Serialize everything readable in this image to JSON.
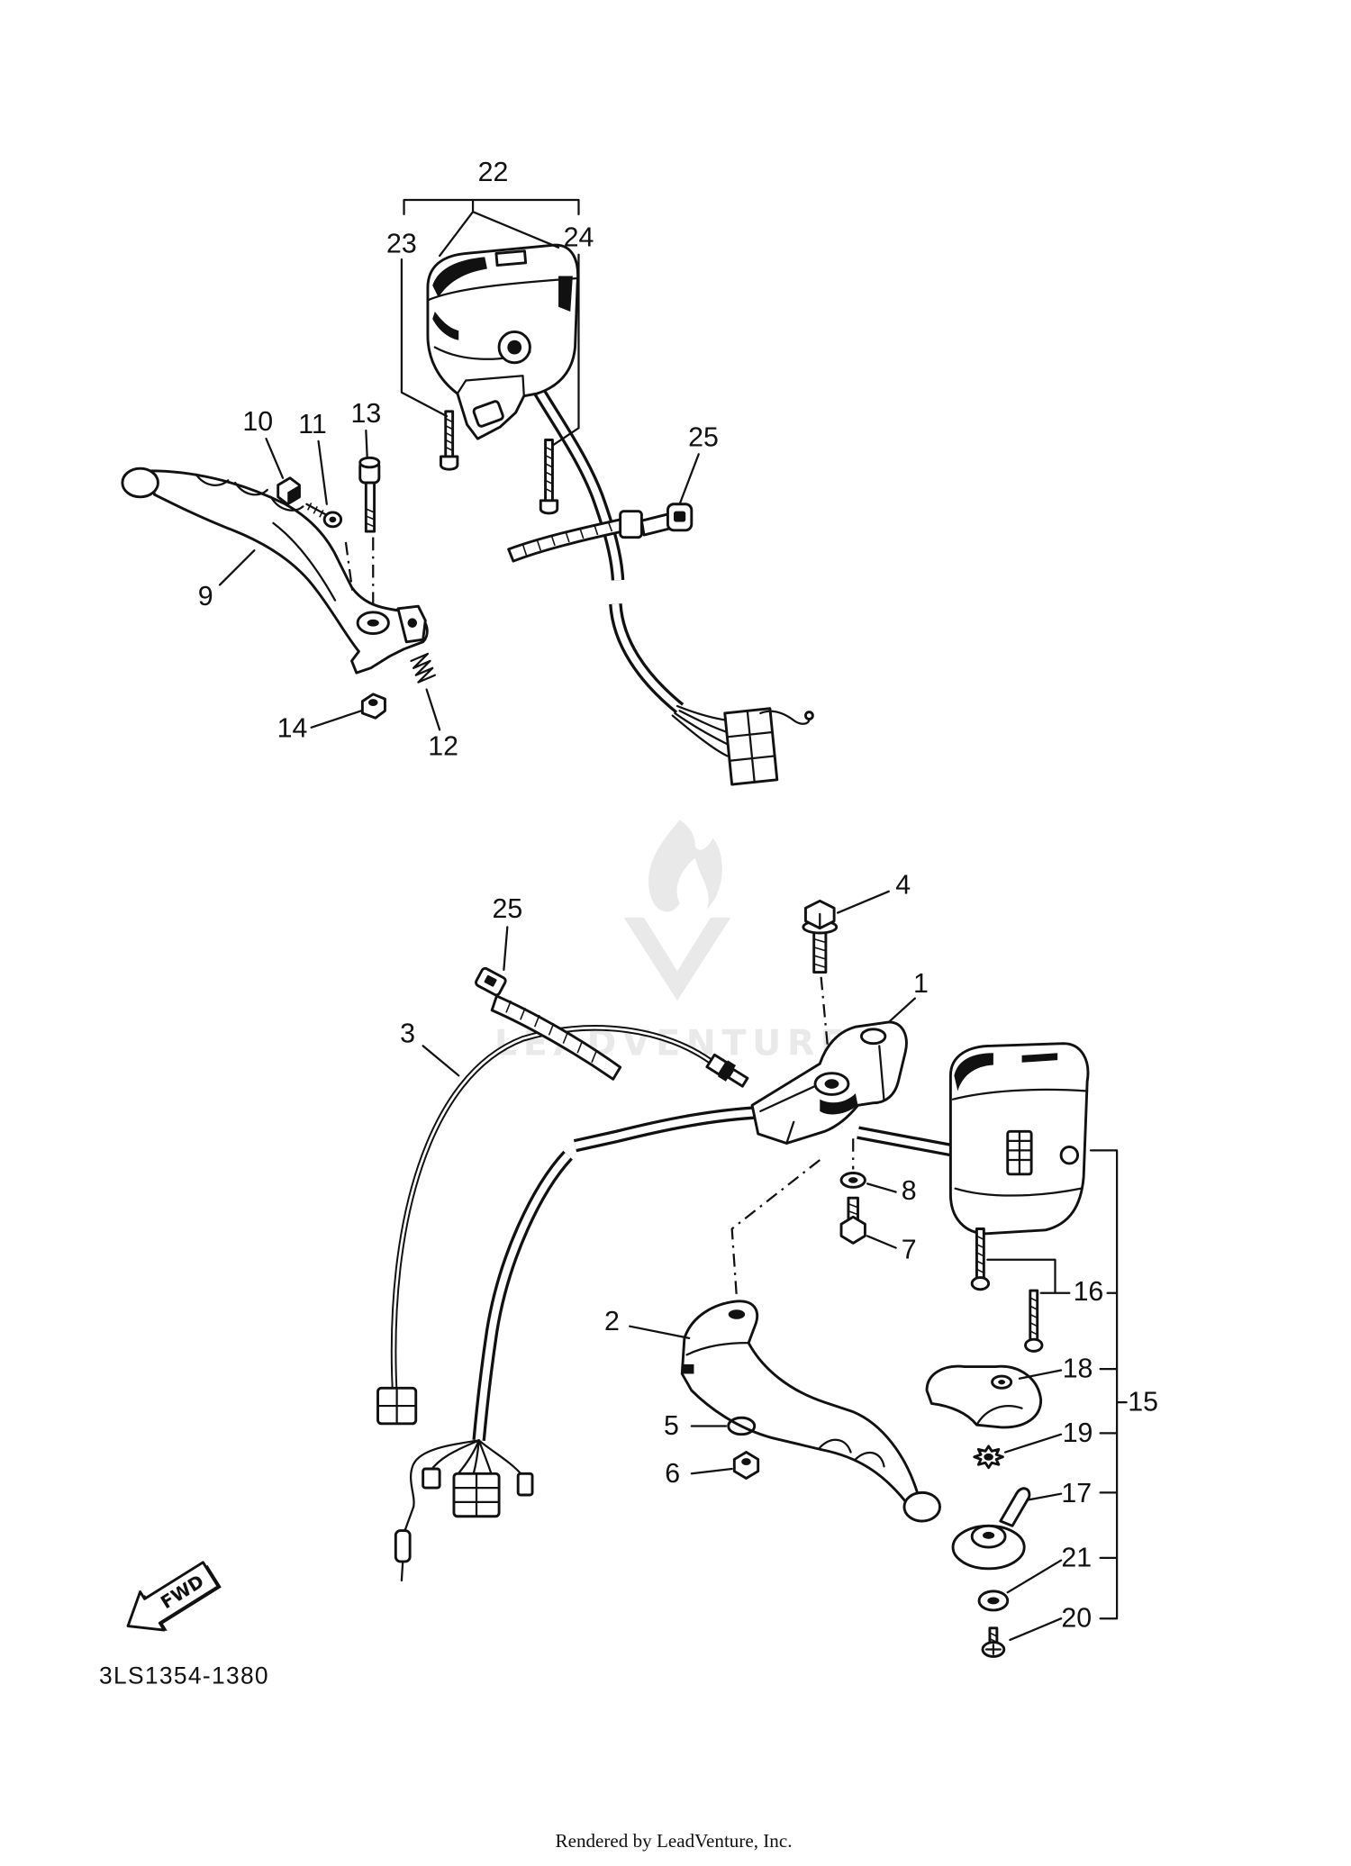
{
  "upper_assembly": {
    "callouts": [
      "22",
      "23",
      "24",
      "25",
      "10",
      "11",
      "13",
      "9",
      "14",
      "12"
    ]
  },
  "lower_assembly": {
    "callouts": [
      "4",
      "25",
      "1",
      "3",
      "8",
      "7",
      "16",
      "2",
      "18",
      "15",
      "5",
      "19",
      "6",
      "17",
      "21",
      "20"
    ]
  },
  "fwd_arrow": {
    "label": "FWD",
    "icon": "forward-direction-arrow-icon"
  },
  "diagram_code": "3LS1354-1380",
  "footer": "Rendered by LeadVenture, Inc.",
  "watermark": {
    "text": "LEADVENTURE",
    "icon": "leadventure-logo-icon"
  },
  "colors": {
    "ink": "#111111",
    "paper": "#ffffff",
    "watermark": "#e9e9e9"
  }
}
